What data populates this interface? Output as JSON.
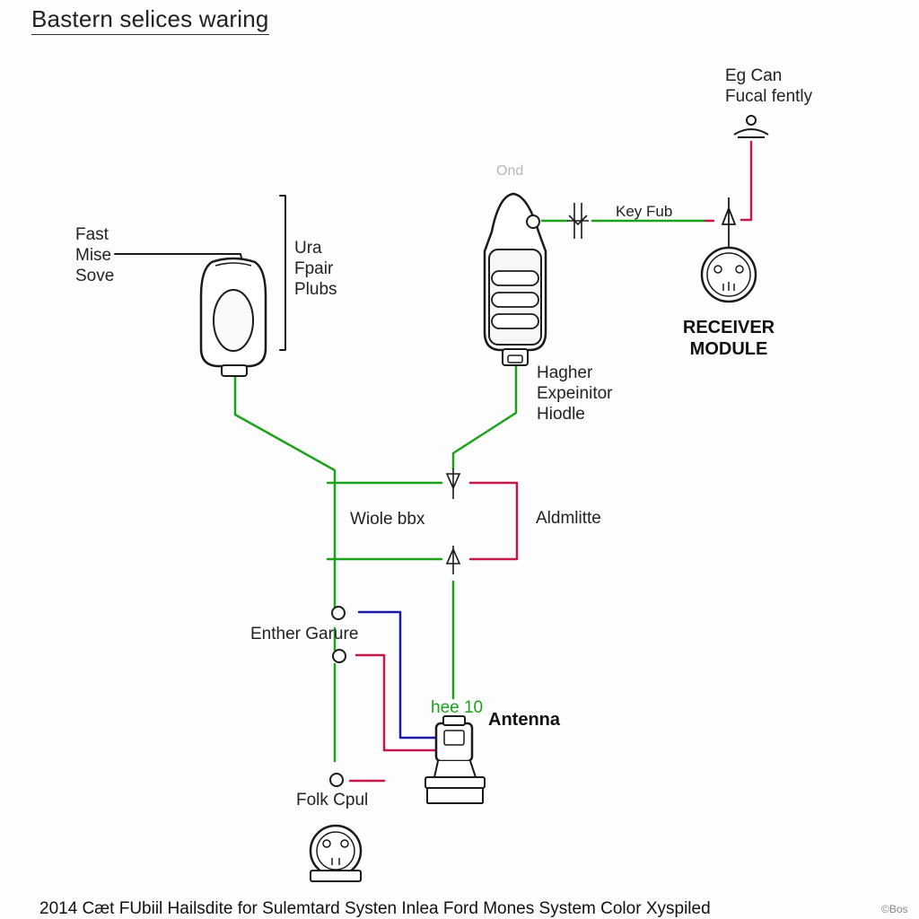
{
  "title": "Bastern selices waring",
  "caption": "2014 Cæt FUbiil Hailsdite for Sulemtard Systen Inlea Ford Mones System Color Xyspiled",
  "credit": "©Bos",
  "labels": {
    "left_fob": [
      "Fast",
      "Mise",
      "Sove"
    ],
    "bracket_side": [
      "Ura",
      "Fpair",
      "Plubs"
    ],
    "top_faint": "Ond",
    "key_fob": "Key Fub",
    "top_right": [
      "Eg Can",
      "Fucal fently"
    ],
    "receiver_module": [
      "RECEIVER",
      "MODULE"
    ],
    "right_fob": [
      "Hagher",
      "Expeinitor",
      "Hiodle"
    ],
    "junction_left": "Wiole bbx",
    "junction_right": "Aldmlitte",
    "enther": "Enther Garure",
    "hee": "hee 10",
    "antenna": "Antenna",
    "folk": "Folk Cpul"
  },
  "colors": {
    "wire_green": "#1aa21a",
    "wire_red": "#c2184a",
    "wire_blue": "#1a1aa8",
    "line_dark": "#1a1a1a"
  },
  "icons": [
    "key-fob-small-icon",
    "key-fob-large-icon",
    "receiver-module-icon",
    "antenna-module-icon",
    "connector-icon",
    "fuse-icon",
    "ground-icon"
  ]
}
